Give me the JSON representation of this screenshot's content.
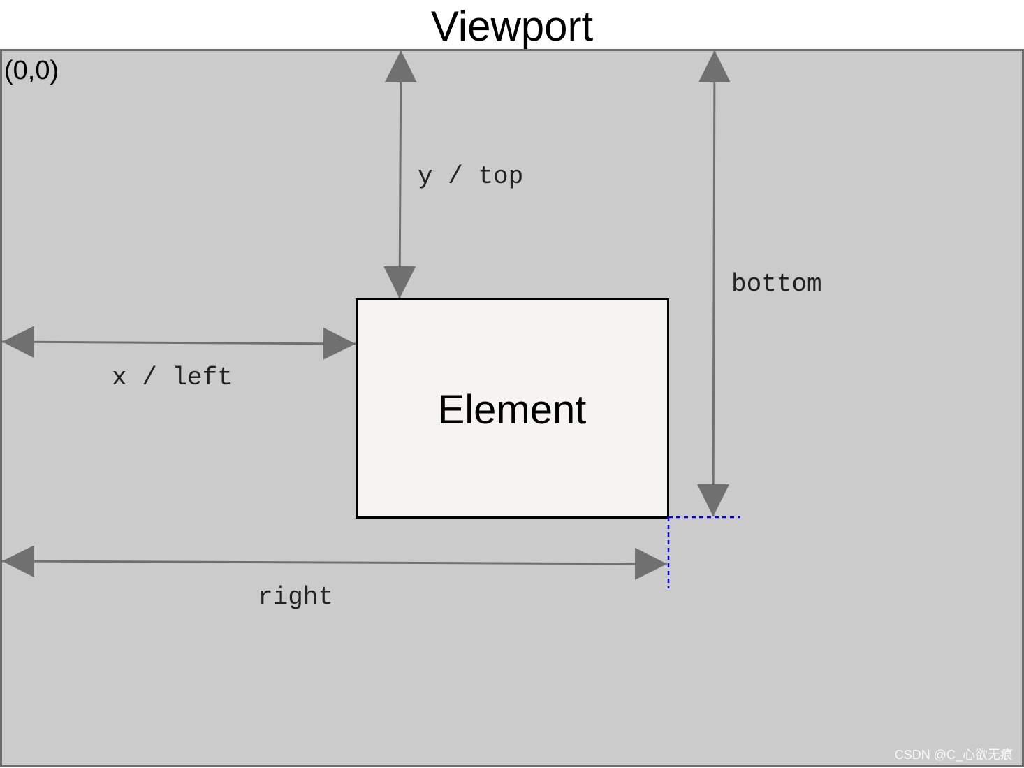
{
  "title": "Viewport",
  "origin_label": "(0,0)",
  "element_label": "Element",
  "labels": {
    "top": "y / top",
    "left": "x / left",
    "bottom": "bottom",
    "right": "right"
  },
  "watermark": "CSDN @C_心欲无痕",
  "colors": {
    "viewport_fill": "#cbcbcb",
    "viewport_border": "#6b6b6b",
    "element_fill": "#f6f4f0",
    "element_border": "#000000",
    "arrow": "#707070",
    "guide": "#0000ee",
    "text": "#000000",
    "label_text": "#222222",
    "watermark": "#ffffff"
  }
}
